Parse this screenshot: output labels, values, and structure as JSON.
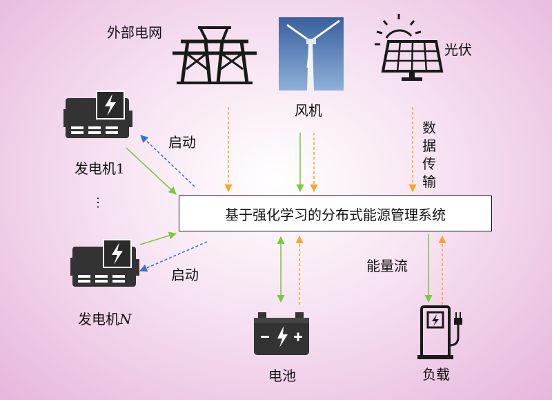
{
  "center_system": "基于强化学习的分布式能源管理系统",
  "sources": {
    "grid": "外部电网",
    "wind": "风机",
    "pv": "光伏"
  },
  "data_transmission": [
    "数据",
    "传输"
  ],
  "generators": {
    "first": "发电机1",
    "ellipsis": "⋮",
    "last": "发电机N"
  },
  "start_label": "启动",
  "energy_flow": "能量流",
  "battery": "电池",
  "load": "负载",
  "colors": {
    "energy_flow": "#7ac943",
    "data_flow": "#f7a62b",
    "start_signal": "#3b6fd6"
  }
}
